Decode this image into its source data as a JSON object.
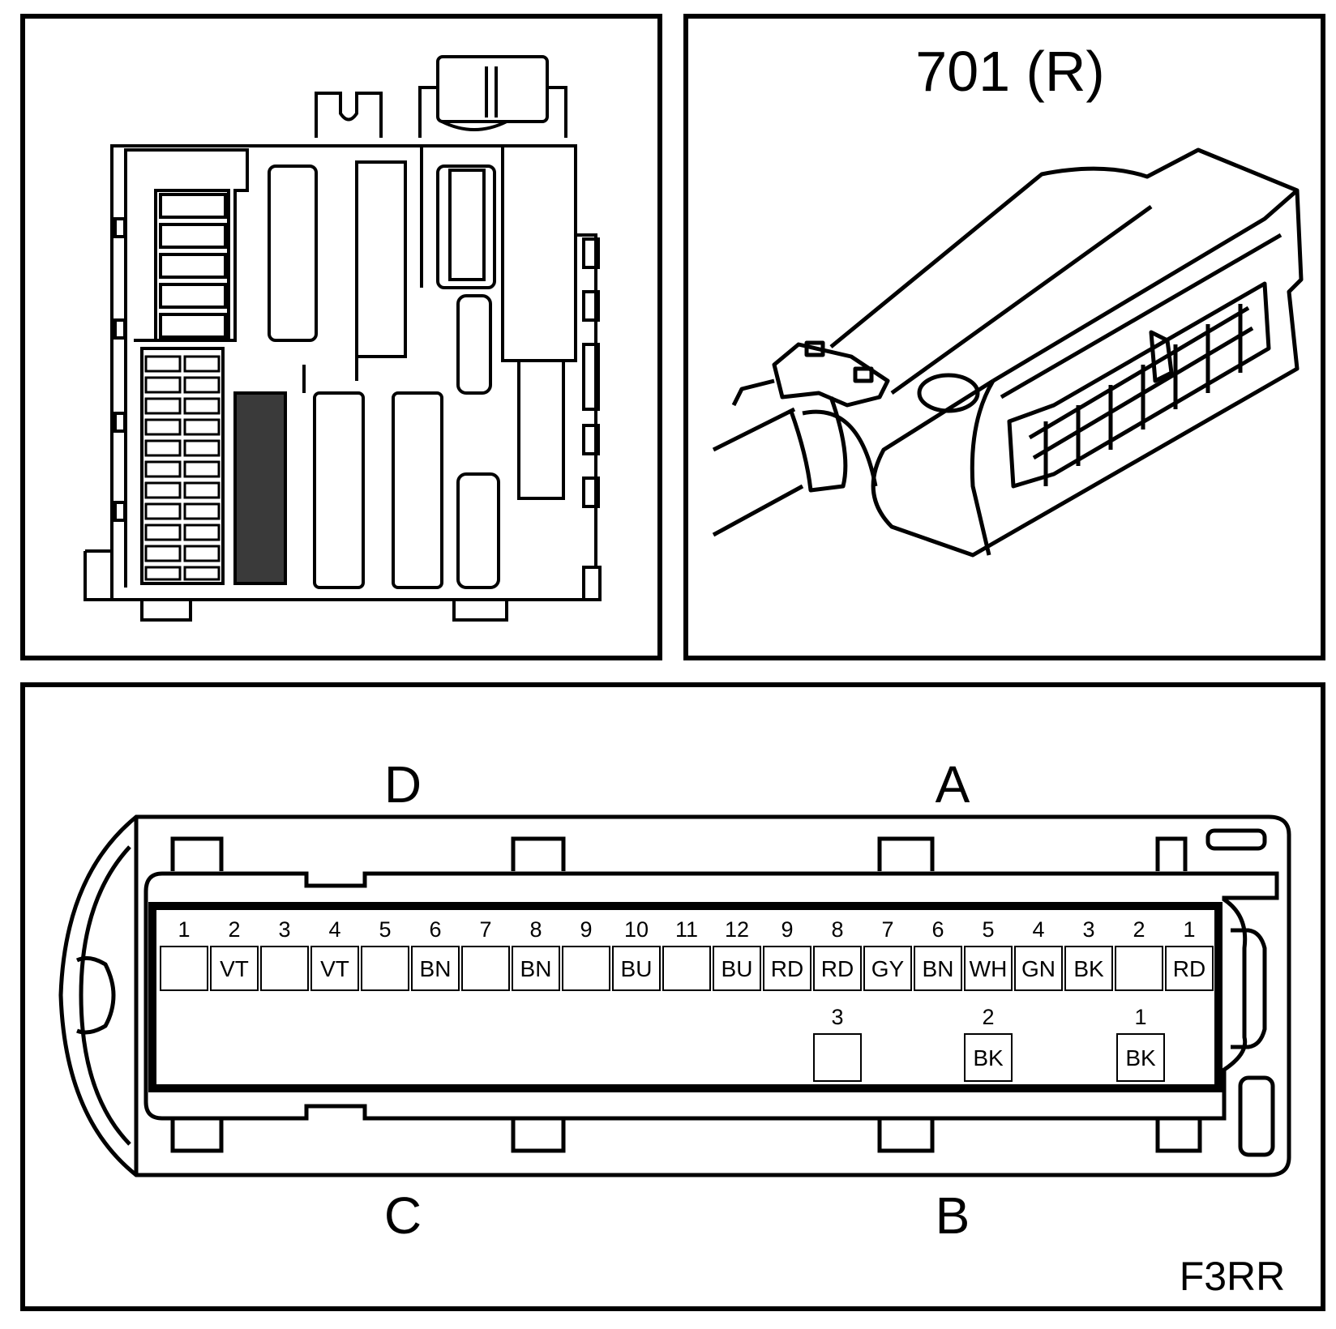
{
  "connector_id": "701 (R)",
  "drawing_code": "F3RR",
  "side_labels": {
    "top_left": "D",
    "top_right": "A",
    "bottom_left": "C",
    "bottom_right": "B"
  },
  "upper_row": [
    {
      "pin": "1",
      "color": ""
    },
    {
      "pin": "2",
      "color": "VT"
    },
    {
      "pin": "3",
      "color": ""
    },
    {
      "pin": "4",
      "color": "VT"
    },
    {
      "pin": "5",
      "color": ""
    },
    {
      "pin": "6",
      "color": "BN"
    },
    {
      "pin": "7",
      "color": ""
    },
    {
      "pin": "8",
      "color": "BN"
    },
    {
      "pin": "9",
      "color": ""
    },
    {
      "pin": "10",
      "color": "BU"
    },
    {
      "pin": "11",
      "color": ""
    },
    {
      "pin": "12",
      "color": "BU"
    },
    {
      "pin": "9",
      "color": "RD"
    },
    {
      "pin": "8",
      "color": "RD"
    },
    {
      "pin": "7",
      "color": "GY"
    },
    {
      "pin": "6",
      "color": "BN"
    },
    {
      "pin": "5",
      "color": "WH"
    },
    {
      "pin": "4",
      "color": "GN"
    },
    {
      "pin": "3",
      "color": "BK"
    },
    {
      "pin": "2",
      "color": ""
    },
    {
      "pin": "1",
      "color": "RD"
    }
  ],
  "lower_row": [
    {
      "pin": "3",
      "color": ""
    },
    {
      "pin": "2",
      "color": "BK"
    },
    {
      "pin": "1",
      "color": "BK"
    }
  ]
}
